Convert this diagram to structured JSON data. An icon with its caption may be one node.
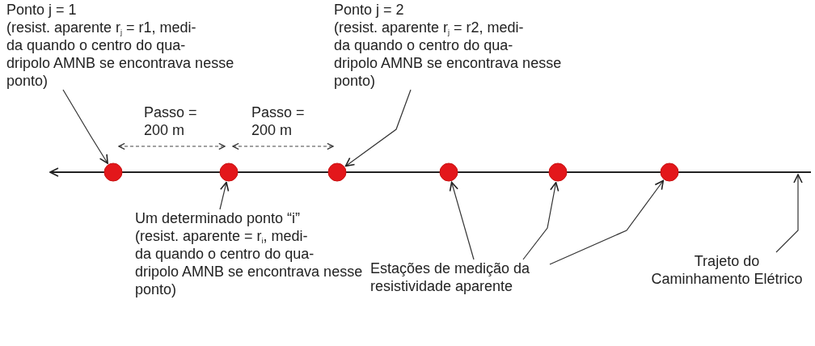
{
  "diagram": {
    "nodes": [
      {
        "text": [
          "Ponto j = 1",
          "(resist. aparente r$_{j}$ = r1, medi- da quando o centro do qua- dripolo AMNB se encontrava nesse ponto)"
        ]
      },
      {
        "text": [
          "Ponto j = 2",
          "(resist. aparente r$_{j}$ = r2, medi- da quando o centro do qua- dripolo AMNB se encontrava nesse ponto)"
        ]
      },
      {
        "text": [],
        "shape": "circle"
      },
      {
        "text": [],
        "shape": "circle"
      },
      {
        "text": [],
        "shape": "circle"
      },
      {
        "text": [],
        "shape": "circle"
      },
      {
        "text": [],
        "shape": "circle"
      },
      {
        "text": [],
        "shape": "circle"
      },
      {
        "text": [
          "Um determinado  ponto “i”",
          "(resist. aparente = r$_{i}$, medi- da quando o centro do qua- dripolo AMNB se encontrava nesse ponto)"
        ]
      },
      {
        "text": [
          "Estações de medição da resistividade aparente"
        ]
      },
      {
        "text": [
          "Trajeto do Caminhamento Elétrico"
        ]
      },
      {
        "text": [],
        "shape": "line"
      }
    ],
    "edges": [
      {
        "from": 0,
        "to": 2,
        "arrow": "to"
      },
      {
        "from": 1,
        "to": 4,
        "arrow": "to"
      },
      {
        "from": 8,
        "to": 3,
        "arrow": "to"
      },
      {
        "from": 9,
        "to": 5,
        "arrow": "to"
      },
      {
        "from": 9,
        "to": 6,
        "arrow": "to"
      },
      {
        "from": 9,
        "to": 7,
        "arrow": "to"
      },
      {
        "from": 10,
        "to": 11,
        "arrow": "to"
      }
    ],
    "labels": [
      "Passo = 200 m",
      "Passo = 200 m"
    ]
  }
}
